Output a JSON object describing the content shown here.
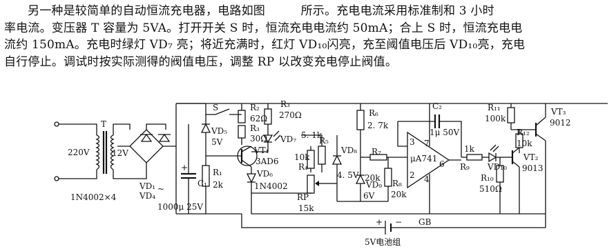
{
  "text": {
    "lines": [
      "另一种是较简单的自动恒流充电器，电路如图　　　所示。充电电流采用标准制和 3 小时",
      "率电流。变压器 T 容量为 5VA。打开开关 S 时，恒流充电电流约 50mA；合上 S 时，恒流充电电",
      "流约 150mA。充电时绿灯 VD₇ 亮；将近充满时，红灯 VD₁₀闪亮，充至阈值电压后 VD₁₀亮，充电",
      "自行停止。调试时按实际测得的阀值电压，调整 RP 以改变充电停止阀值。"
    ]
  },
  "circuit": {
    "transformer_label": "T",
    "primary_voltage": "220V",
    "secondary_voltage": "12V",
    "rectifier_label_1": "VD₁",
    "rectifier_label_2": "VD₄",
    "rectifier_tilde": "~",
    "rectifier_note": "1N4002×4",
    "c1_label": "C₁",
    "c1_value": "1000μ 25V",
    "c1_plus": "+",
    "switch_label": "S",
    "vd5_label": "VD₅",
    "vd5_value": "5V",
    "r1_label": "R₁",
    "r1_value": "2k",
    "r2_label": "R₂",
    "r2_value": "62Ω",
    "r3_label": "R₃",
    "r3_value": "30Ω",
    "r3b_label": "R₃",
    "r3b_value": "270Ω",
    "vd7_label": "VD₇",
    "vt1_label": "VT₁",
    "vt1_type": "3AD6",
    "vd6_label": "VD₆",
    "vd6_type": "1N4002",
    "r5_label": "R₅",
    "r5_value": "5. 1k",
    "r4_label": "R₄",
    "r4_value": "10k",
    "rp_label": "RP",
    "rp_value": "15k",
    "vd8_label": "VD₈",
    "vd8_value": "4. 5V",
    "r6_label": "R₆",
    "r6_value": "2. 7k",
    "r7_label": "R₇",
    "r7_value": "20k",
    "vd9_label": "VD₉",
    "vd9_value": "6V",
    "r8_label": "R₈",
    "r8_value": "20k",
    "c2_label": "C₂",
    "c2_value": "1μ 50V",
    "opamp_label": "μA741",
    "pin3": "3",
    "pin2": "2",
    "pin7": "7",
    "pin6": "6",
    "pin4": "4",
    "r9_value": "1k",
    "r9_label": "R₉",
    "vd10_label": "VD₁₀",
    "r10_label": "R₁₀",
    "r10_value": "510Ω",
    "r11_label": "R₁₁",
    "r11_value": "100k",
    "r12_label": "R₁₂",
    "r12_value": "10k",
    "vt3_label": "VT₃",
    "vt3_type": "9012",
    "vt2_label": "VT₂",
    "vt2_type": "9013",
    "gb_label": "GB",
    "gb_plus": "+",
    "gb_minus": "−",
    "battery_caption": "5V电池组"
  }
}
